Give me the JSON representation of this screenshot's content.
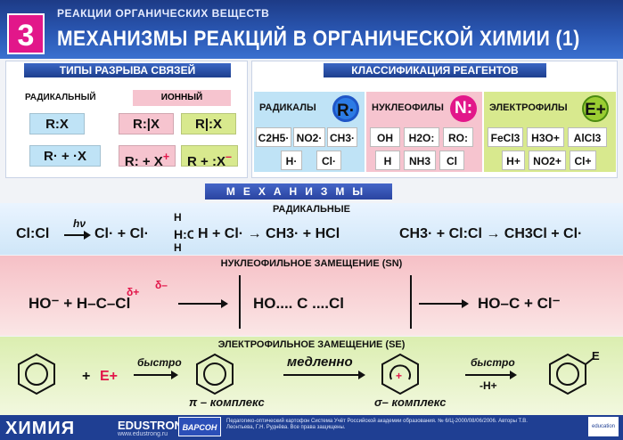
{
  "header": {
    "number": "3",
    "series": "РЕАКЦИИ ОРГАНИЧЕСКИХ ВЕЩЕСТВ",
    "title": "МЕХАНИЗМЫ РЕАКЦИЙ В ОРГАНИЧЕСКОЙ ХИМИИ (1)"
  },
  "bond_types": {
    "heading": "ТИПЫ РАЗРЫВА СВЯЗЕЙ",
    "radical_label": "РАДИКАЛЬНЫЙ",
    "ionic_label": "ИОННЫЙ",
    "radical_top": "R:X",
    "radical_bottom": "R· + ·X",
    "ionic_1_top": "R:|X",
    "ionic_2_top": "R|:X",
    "ionic_1_bottom": "R: + X",
    "ionic_2_bottom": "R + :X"
  },
  "reagents": {
    "heading": "КЛАССИФИКАЦИЯ РЕАГЕНТОВ",
    "radicals_label": "РАДИКАЛЫ",
    "radicals_symbol": "R·",
    "radicals_items": [
      "C2H5·",
      "NO2·",
      "CH3·",
      "H·",
      "Cl·"
    ],
    "nucleophiles_label": "НУКЛЕОФИЛЫ",
    "nucleophiles_symbol": "N:",
    "nucleophiles_items": [
      "OH",
      "H2O:",
      "RO:",
      "H",
      "NH3",
      "Cl"
    ],
    "electrophiles_label": "ЭЛЕКТРОФИЛЫ",
    "electrophiles_symbol": "E+",
    "electrophiles_items": [
      "FeCl3",
      "H3O+",
      "AlCl3",
      "H+",
      "NO2+",
      "Cl+"
    ]
  },
  "mechanisms": {
    "band": "МЕХАНИЗМЫ",
    "radical_title": "РАДИКАЛЬНЫЕ",
    "radical_eq1_left": "Cl:Cl",
    "radical_eq1_cond": "hν",
    "radical_eq1_right": "Cl· + Cl·",
    "radical_eq2_right": "H + Cl· → CH3· + HCl",
    "radical_eq3": "CH3· + Cl:Cl → CH3Cl + Cl·",
    "nucleo_title": "НУКЛЕОФИЛЬНОЕ ЗАМЕЩЕНИЕ (SN)",
    "nucleo_left": "HO⁻ + H–C–Cl",
    "nucleo_ts": "HO.... C ....Cl",
    "nucleo_right": "HO–C + Cl⁻",
    "delta_plus": "δ+",
    "delta_minus": "δ–",
    "electro_title": "ЭЛЕКТРОФИЛЬНОЕ ЗАМЕЩЕНИЕ (SE)",
    "electro_plus": "+",
    "electro_e": "E+",
    "electro_fast": "быстро",
    "electro_slow": "медленно",
    "electro_fast2": "быстро",
    "electro_minus_h": "-H+",
    "pi_complex": "π – комплекс",
    "sigma_complex": "σ– комплекс"
  },
  "footer": {
    "subject": "ХИМИЯ",
    "brand": "EDUSTRONG",
    "url": "www.edustrong.ru",
    "logo": "ВАРСОН",
    "fine_print": "Педагогико-оптический картофон Система Учёт Российской академии образования. № 6/Ц-2000/08/06/2006. Авторы Т.В. Леонтьева, Г.Н. Руднёва. Все права защищены.",
    "corner": "education"
  },
  "colors": {
    "header": "#2a57b3",
    "accent_pink": "#e2178a",
    "radical_band": "#cfe6f8",
    "nucleo_band": "#f6c0c6",
    "electro_band": "#dbeeb0"
  }
}
